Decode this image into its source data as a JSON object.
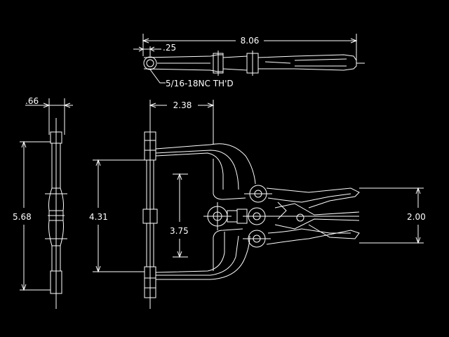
{
  "drawing": {
    "background": "#000000",
    "line_color": "#ffffff",
    "dimensions": {
      "overall_length": "8.06",
      "hole_offset": ".25",
      "thread_note": "5/16-18NC  TH'D",
      "side_thickness": ".66",
      "side_height": "5.68",
      "arm_width": "2.38",
      "frame_height": "4.31",
      "inner_height": "3.75",
      "jaw_opening": "2.00"
    }
  }
}
